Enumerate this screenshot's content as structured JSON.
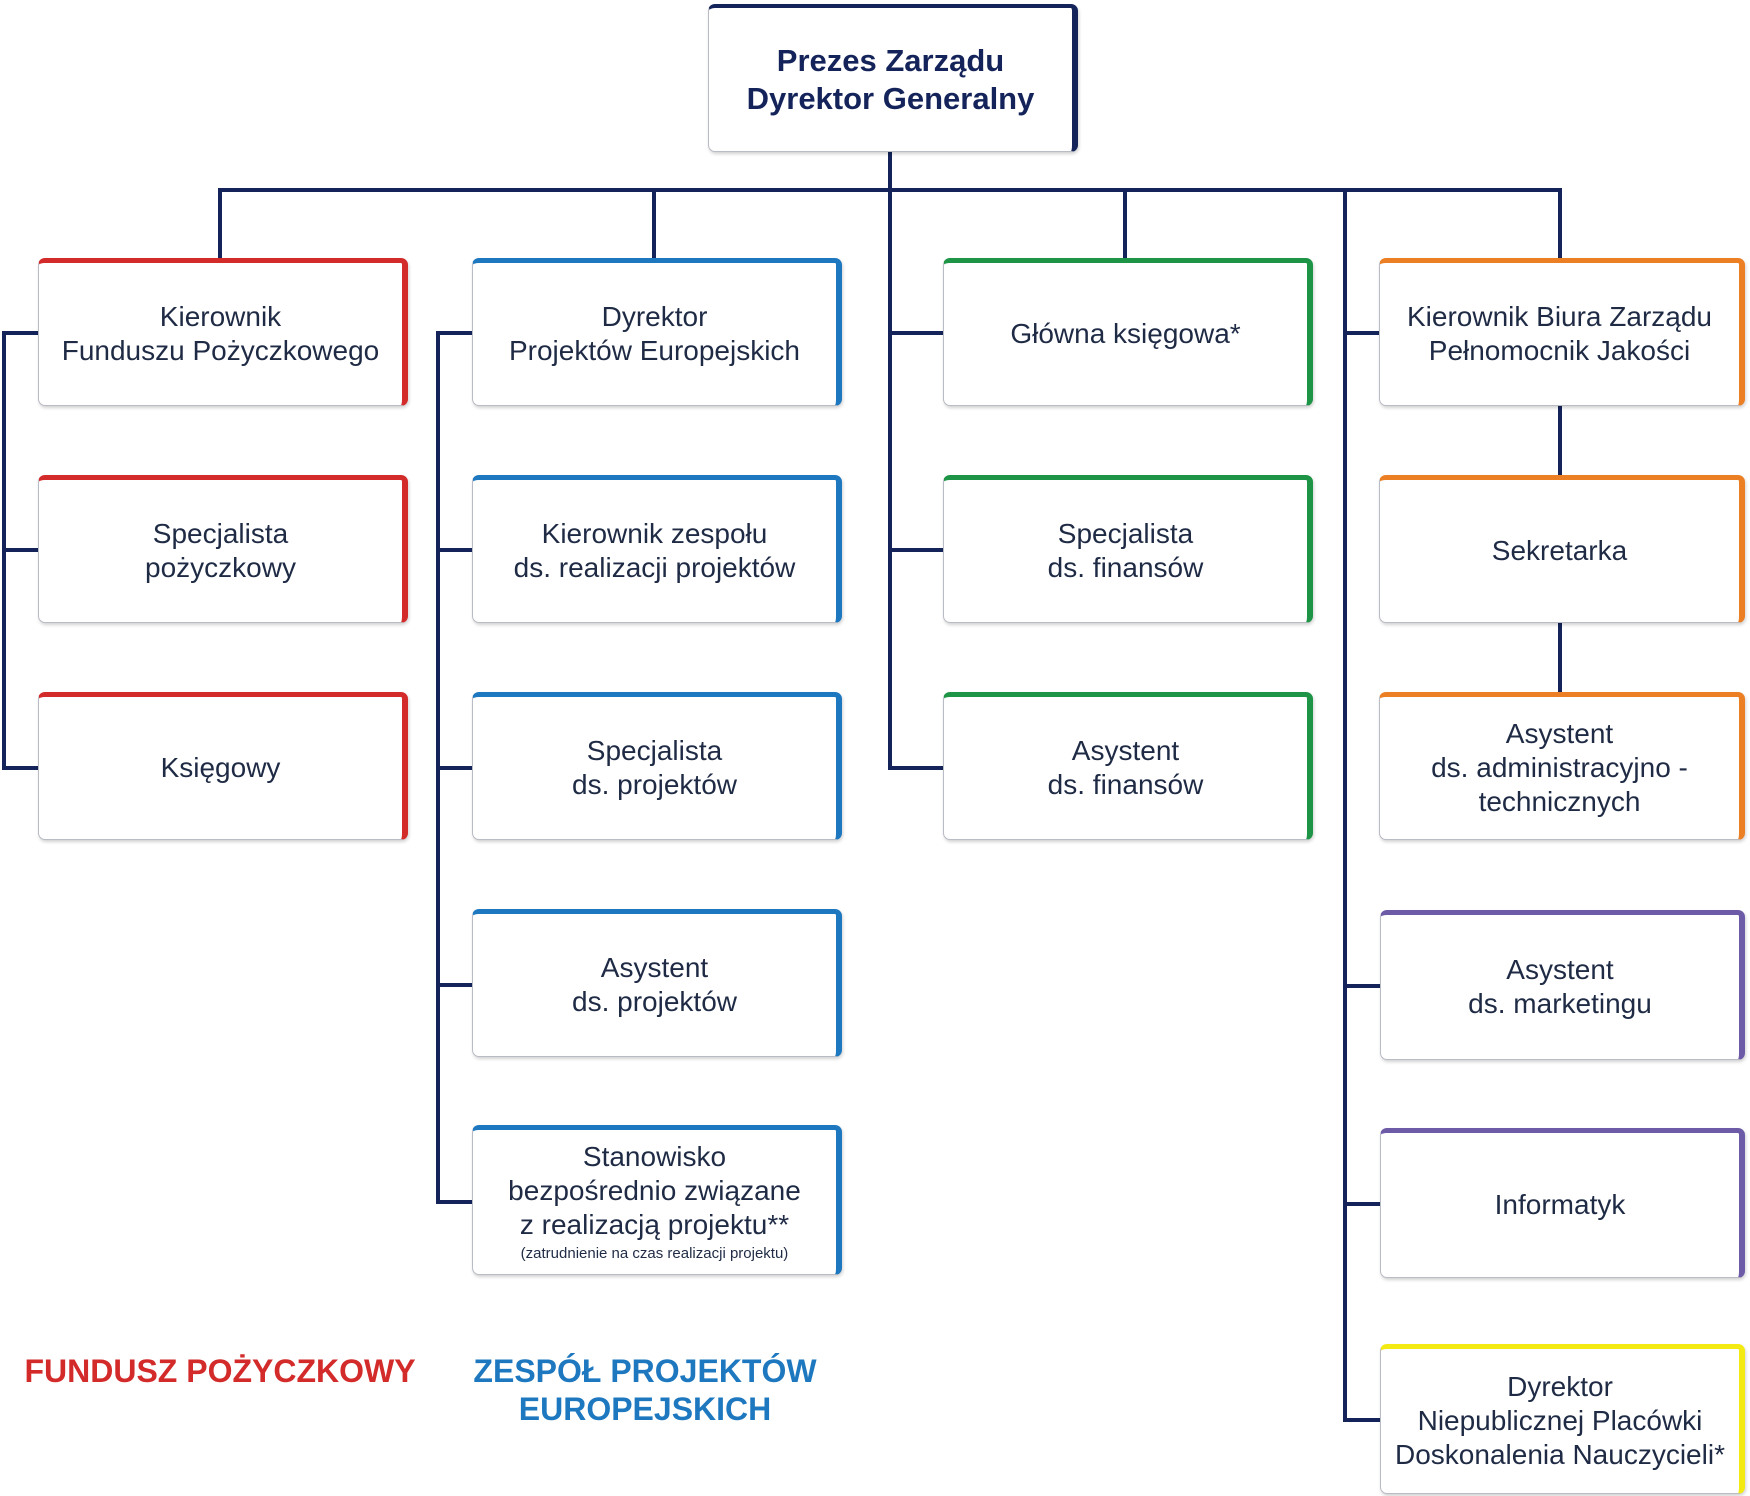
{
  "colors": {
    "connector": "#14245a",
    "fundusz": "#d32a2a",
    "projekty": "#1e78bf",
    "finanse": "#1e9447",
    "biuro": "#ec7f24",
    "wsparcie": "#6e5ba7",
    "placowka": "#f2ea12"
  },
  "top": {
    "lines": [
      "Prezes Zarządu",
      "Dyrektor Generalny"
    ]
  },
  "fundusz": [
    {
      "lines": [
        "Kierownik",
        "Funduszu Pożyczkowego"
      ]
    },
    {
      "lines": [
        "Specjalista",
        "pożyczkowy"
      ]
    },
    {
      "lines": [
        "Księgowy"
      ]
    }
  ],
  "projekty": [
    {
      "lines": [
        "Dyrektor",
        "Projektów Europejskich"
      ]
    },
    {
      "lines": [
        "Kierownik zespołu",
        "ds. realizacji projektów"
      ]
    },
    {
      "lines": [
        "Specjalista",
        "ds. projektów"
      ]
    },
    {
      "lines": [
        "Asystent",
        "ds. projektów"
      ]
    },
    {
      "lines": [
        "Stanowisko",
        "bezpośrednio związane",
        "z realizacją projektu**"
      ],
      "note": "(zatrudnienie na czas realizacji projektu)"
    }
  ],
  "finanse": [
    {
      "lines": [
        "Główna księgowa*"
      ]
    },
    {
      "lines": [
        "Specjalista",
        "ds. finansów"
      ]
    },
    {
      "lines": [
        "Asystent",
        "ds. finansów"
      ]
    }
  ],
  "biuro": [
    {
      "lines": [
        "Kierownik Biura Zarządu",
        "Pełnomocnik Jakości"
      ]
    },
    {
      "lines": [
        "Sekretarka"
      ]
    },
    {
      "lines": [
        "Asystent",
        "ds. administracyjno -",
        "technicznych"
      ]
    }
  ],
  "wsparcie": [
    {
      "lines": [
        "Asystent",
        "ds. marketingu"
      ]
    },
    {
      "lines": [
        "Informatyk"
      ]
    }
  ],
  "placowka": [
    {
      "lines": [
        "Dyrektor",
        "Niepublicznej Placówki",
        "Doskonalenia Nauczycieli*"
      ]
    }
  ],
  "legend": {
    "fundusz": [
      "FUNDUSZ POŻYCZKOWY"
    ],
    "zespol": [
      "ZESPÓŁ PROJEKTÓW",
      "EUROPEJSKICH"
    ]
  }
}
